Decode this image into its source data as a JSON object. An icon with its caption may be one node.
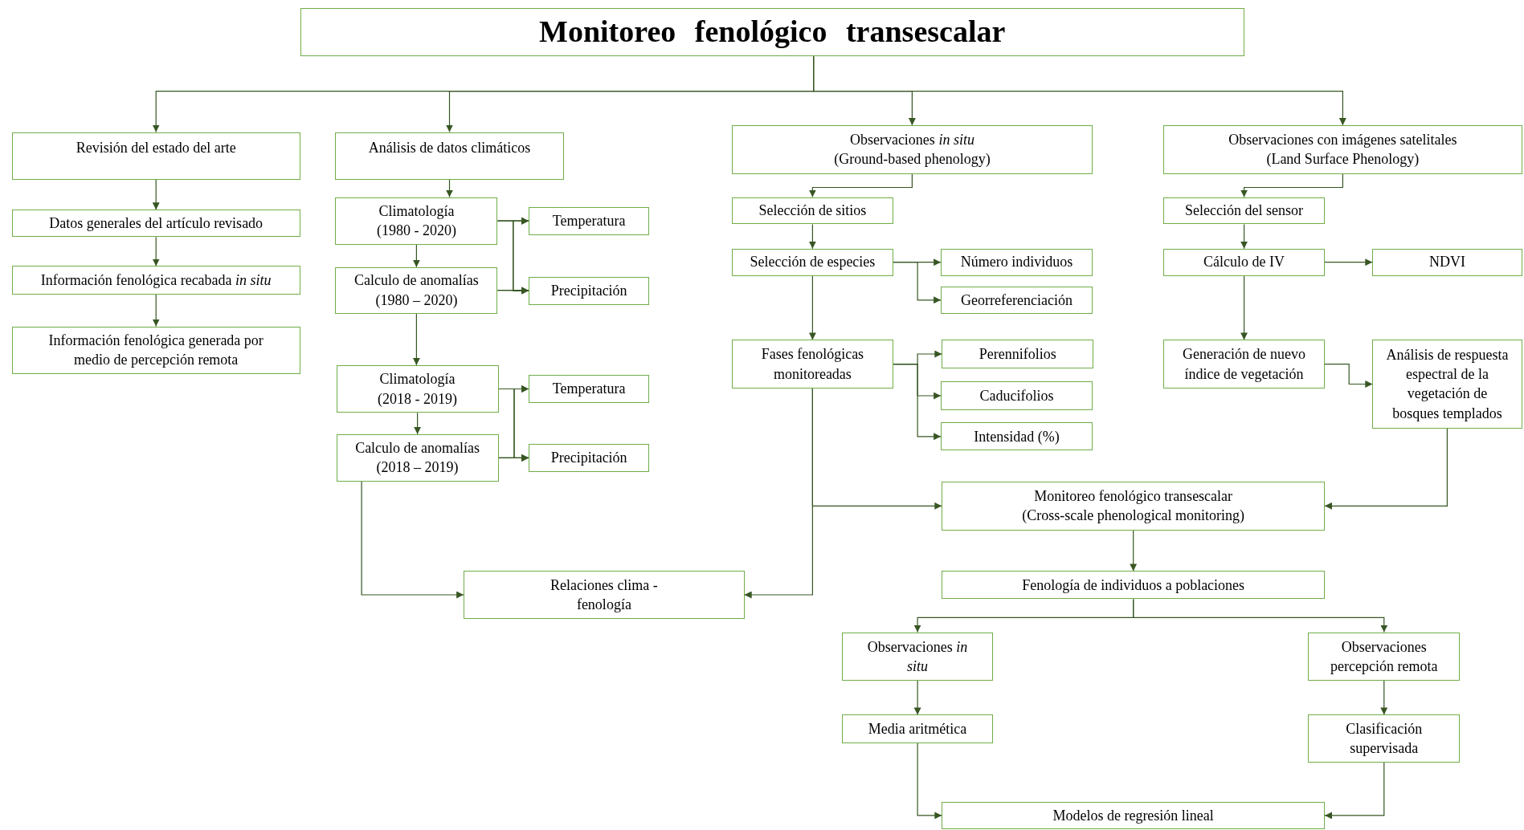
{
  "diagram": {
    "nodes": [
      {
        "text": [
          "Monitoreo fenológico transescalar"
        ]
      },
      {
        "text": [
          "Revisión del estado del arte"
        ]
      },
      {
        "text": [
          "Datos generales del artículo revisado"
        ]
      },
      {
        "text": [
          "Información fenológica recabada *in situ*"
        ]
      },
      {
        "text": [
          "Información fenológica generada por medio de percepción remota"
        ]
      },
      {
        "text": [
          "Análisis de datos climáticos"
        ]
      },
      {
        "text": [
          "Climatología (1980 - 2020)"
        ]
      },
      {
        "text": [
          "Temperatura"
        ]
      },
      {
        "text": [
          "Calculo de anomalías (1980 – 2020)"
        ]
      },
      {
        "text": [
          "Precipitación"
        ]
      },
      {
        "text": [
          "Climatología (2018 - 2019)"
        ]
      },
      {
        "text": [
          "Temperatura"
        ]
      },
      {
        "text": [
          "Calculo de anomalías (2018 – 2019)"
        ]
      },
      {
        "text": [
          "Precipitación"
        ]
      },
      {
        "text": [
          "Relaciones clima - fenología"
        ]
      },
      {
        "text": [
          "Observaciones *in situ*",
          "(Ground-based phenology)"
        ]
      },
      {
        "text": [
          "Selección de sitios"
        ]
      },
      {
        "text": [
          "Selección de especies"
        ]
      },
      {
        "text": [
          "Número individuos"
        ]
      },
      {
        "text": [
          "Georreferenciación"
        ]
      },
      {
        "text": [
          "Fases fenológicas monitoreadas"
        ]
      },
      {
        "text": [
          "Perennifolios"
        ]
      },
      {
        "text": [
          "Caducifolios"
        ]
      },
      {
        "text": [
          "Intensidad (%)"
        ]
      },
      {
        "text": [
          "Observaciones con imágenes satelitales",
          "(Land Surface Phenology)"
        ]
      },
      {
        "text": [
          "Selección del sensor"
        ]
      },
      {
        "text": [
          "Cálculo de IV"
        ]
      },
      {
        "text": [
          "NDVI"
        ]
      },
      {
        "text": [
          "Generación de nuevo índice de vegetación"
        ]
      },
      {
        "text": [
          "Análisis de respuesta espectral de la vegetación de bosques templados"
        ]
      },
      {
        "text": [
          "Monitoreo fenológico transescalar",
          "(Cross-scale phenological monitoring)"
        ]
      },
      {
        "text": [
          "Fenología de individuos a poblaciones"
        ]
      },
      {
        "text": [
          "Observaciones *in situ*"
        ]
      },
      {
        "text": [
          "Observaciones percepción remota"
        ]
      },
      {
        "text": [
          "Media aritmética"
        ]
      },
      {
        "text": [
          "Clasificación supervisada"
        ]
      },
      {
        "text": [
          "Modelos de regresión lineal"
        ]
      }
    ],
    "edges": [
      {
        "from": 0,
        "to": 1,
        "arrow": "to"
      },
      {
        "from": 0,
        "to": 5,
        "arrow": "to"
      },
      {
        "from": 0,
        "to": 15,
        "arrow": "to"
      },
      {
        "from": 0,
        "to": 24,
        "arrow": "to"
      },
      {
        "from": 1,
        "to": 2,
        "arrow": "to"
      },
      {
        "from": 2,
        "to": 3,
        "arrow": "to"
      },
      {
        "from": 3,
        "to": 4,
        "arrow": "to"
      },
      {
        "from": 5,
        "to": 6,
        "arrow": "to"
      },
      {
        "from": 6,
        "to": 7,
        "arrow": "to"
      },
      {
        "from": 6,
        "to": 9,
        "arrow": "to"
      },
      {
        "from": 8,
        "to": 7,
        "arrow": "to"
      },
      {
        "from": 8,
        "to": 9,
        "arrow": "to"
      },
      {
        "from": 6,
        "to": 8,
        "arrow": "to"
      },
      {
        "from": 8,
        "to": 10,
        "arrow": "to"
      },
      {
        "from": 10,
        "to": 11,
        "arrow": "to"
      },
      {
        "from": 10,
        "to": 13,
        "arrow": "to"
      },
      {
        "from": 12,
        "to": 11,
        "arrow": "to"
      },
      {
        "from": 12,
        "to": 13,
        "arrow": "to"
      },
      {
        "from": 10,
        "to": 12,
        "arrow": "to"
      },
      {
        "from": 12,
        "to": 14,
        "arrow": "to"
      },
      {
        "from": 15,
        "to": 16,
        "arrow": "to"
      },
      {
        "from": 16,
        "to": 17,
        "arrow": "to"
      },
      {
        "from": 17,
        "to": 18,
        "arrow": "to"
      },
      {
        "from": 17,
        "to": 19,
        "arrow": "to"
      },
      {
        "from": 17,
        "to": 20,
        "arrow": "to"
      },
      {
        "from": 20,
        "to": 21,
        "arrow": "to"
      },
      {
        "from": 20,
        "to": 22,
        "arrow": "to"
      },
      {
        "from": 20,
        "to": 23,
        "arrow": "to"
      },
      {
        "from": 20,
        "to": 14,
        "arrow": "to"
      },
      {
        "from": 20,
        "to": 30,
        "arrow": "to"
      },
      {
        "from": 24,
        "to": 25,
        "arrow": "to"
      },
      {
        "from": 25,
        "to": 26,
        "arrow": "to"
      },
      {
        "from": 26,
        "to": 27,
        "arrow": "to"
      },
      {
        "from": 26,
        "to": 28,
        "arrow": "to"
      },
      {
        "from": 28,
        "to": 29,
        "arrow": "to"
      },
      {
        "from": 29,
        "to": 30,
        "arrow": "to"
      },
      {
        "from": 30,
        "to": 31,
        "arrow": "to"
      },
      {
        "from": 31,
        "to": 32,
        "arrow": "to"
      },
      {
        "from": 31,
        "to": 33,
        "arrow": "to"
      },
      {
        "from": 32,
        "to": 34,
        "arrow": "to"
      },
      {
        "from": 33,
        "to": 35,
        "arrow": "to"
      },
      {
        "from": 34,
        "to": 36,
        "arrow": "to"
      },
      {
        "from": 35,
        "to": 36,
        "arrow": "to"
      }
    ]
  }
}
